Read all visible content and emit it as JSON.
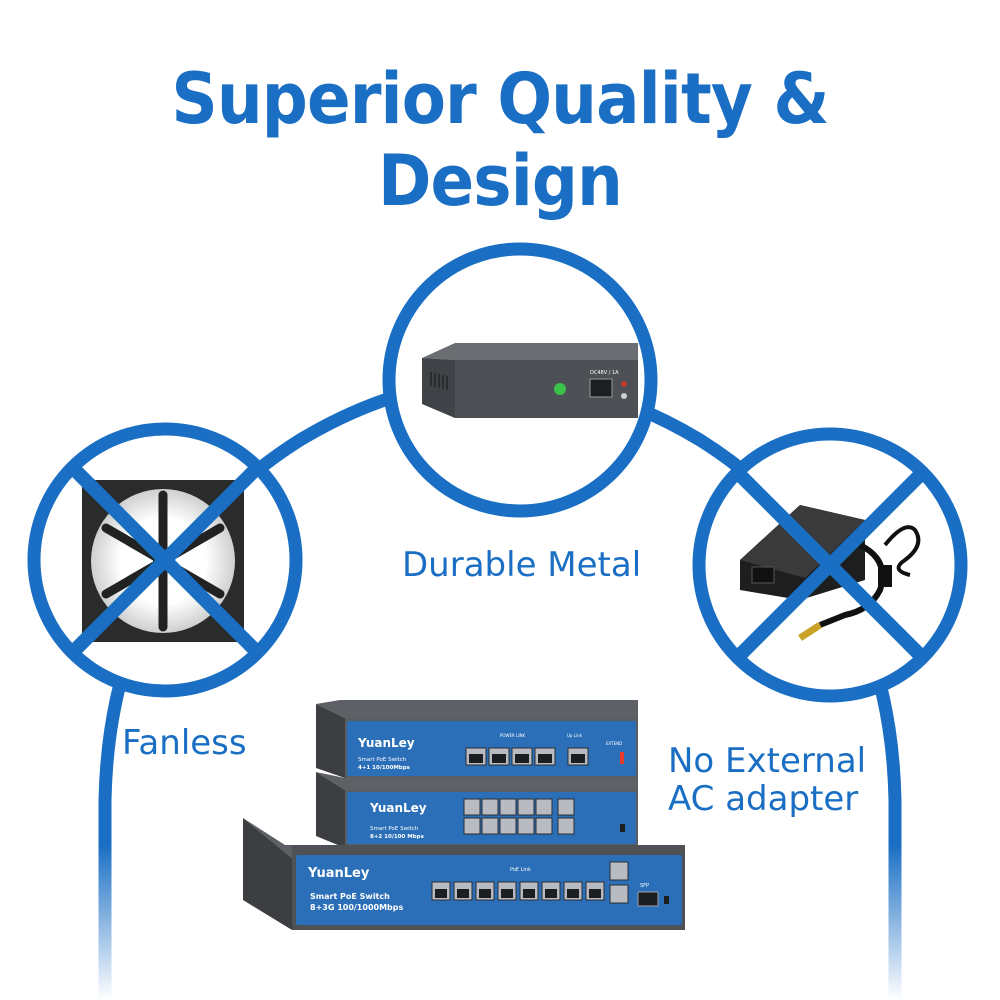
{
  "headline": "Superior Quality & Design",
  "features": {
    "metal": "Durable Metal",
    "fanless": "Fanless",
    "no_adapter_line1": "No External",
    "no_adapter_line2": "AC adapter"
  },
  "switches": {
    "top": {
      "brand": "YuanLey",
      "model": "Smart PoE Switch",
      "spec": "4+1 10/100Mbps",
      "port_header": "POWER LINK",
      "uplink": "Up Link",
      "extend": "EXTEND"
    },
    "middle": {
      "brand": "YuanLey",
      "model": "Smart PoE Switch",
      "spec": "8+2 10/100 Mbps"
    },
    "bottom": {
      "brand": "YuanLey",
      "model": "Smart PoE Switch",
      "spec": "8+3G 100/1000Mbps",
      "port_header": "PoE Link",
      "sfp": "SFP"
    }
  },
  "colors": {
    "brand_blue": "#1a6fc4",
    "panel_blue": "#2a6fb8",
    "chassis": "#4a4d52"
  }
}
